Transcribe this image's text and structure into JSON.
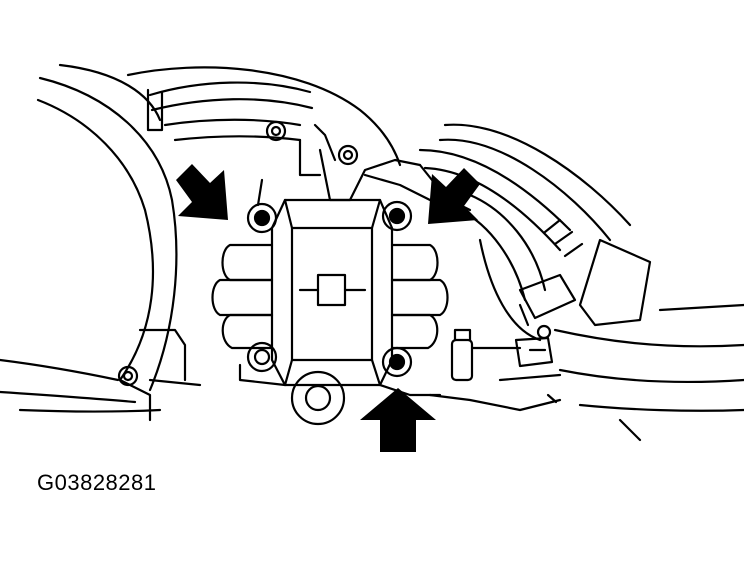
{
  "figure": {
    "id_label": "G03828281",
    "callouts": [
      {
        "name": "upper-left-bolt-arrow",
        "direction": "down-right"
      },
      {
        "name": "upper-right-bolt-arrow",
        "direction": "down-left"
      },
      {
        "name": "lower-bolt-arrow",
        "direction": "up"
      }
    ],
    "ink_color": "#000000",
    "paper_color": "#ffffff"
  }
}
